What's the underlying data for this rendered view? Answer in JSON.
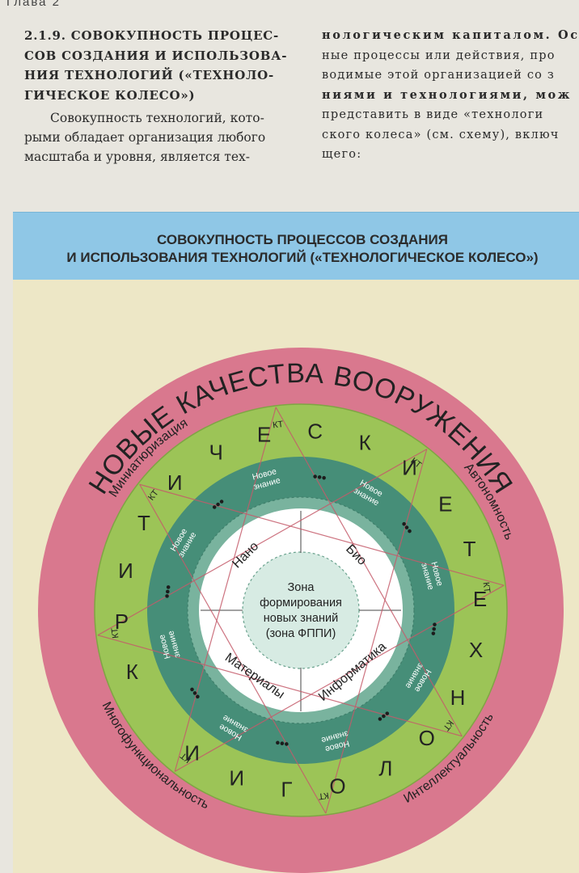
{
  "page": {
    "chapter": "Глава 2",
    "heading_lines": [
      "2.1.9. СОВОКУПНОСТЬ ПРОЦЕС-",
      "СОВ СОЗДАНИЯ И ИСПОЛЬЗОВА-",
      "НИЯ ТЕХНОЛОГИЙ («ТЕХНОЛО-",
      "ГИЧЕСКОЕ КОЛЕСО»)"
    ],
    "left_body_lines": [
      "Совокупность технологий, кото-",
      "рыми обладает организация любого",
      "масштаба и уровня, является тех-"
    ],
    "right_body_lines": [
      "нологическим капиталом. Осн",
      "ные процессы или действия, про",
      "водимые этой организацией со з",
      "ниями и технологиями, мож",
      "представить в виде «технологи",
      "ского колеса» (см. схему), включ",
      "щего:"
    ]
  },
  "banner": {
    "line1": "СОВОКУПНОСТЬ ПРОЦЕССОВ СОЗДАНИЯ",
    "line2": "И ИСПОЛЬЗОВАНИЯ ТЕХНОЛОГИЙ («ТЕХНОЛОГИЧЕСКОЕ КОЛЕСО»)"
  },
  "wheel": {
    "outer_title": "НОВЫЕ КАЧЕСТВА ВООРУЖЕНИЯ",
    "outer_labels": {
      "top_left": "Миниатюризация",
      "top_right": "Автономность",
      "bottom_left": "Многофункциональность",
      "bottom_right": "Интеллектуальность"
    },
    "critical_letters": [
      "К",
      "Р",
      "И",
      "Т",
      "И",
      "Ч",
      "Е",
      "С",
      "К",
      "И",
      "Е",
      "Т",
      "Е",
      "Х",
      "Н",
      "О",
      "Л",
      "О",
      "Г",
      "И",
      "И"
    ],
    "kt_label": "КТ",
    "new_knowledge": "Новое знание",
    "dots": "•••",
    "center_lines": [
      "Зона",
      "формирования",
      "новых знаний",
      "(зона ФППИ)"
    ],
    "quadrants": {
      "top_left": "Нано",
      "top_right": "Био",
      "bottom_left": "Материалы",
      "bottom_right": "Информатика"
    }
  },
  "colors": {
    "outer_ring": "#d9788e",
    "green_ring": "#9cc457",
    "teal_ring": "#468e78",
    "center": "#ffffff",
    "banner": "#8fc7e6",
    "panel": "#ede7c6"
  }
}
